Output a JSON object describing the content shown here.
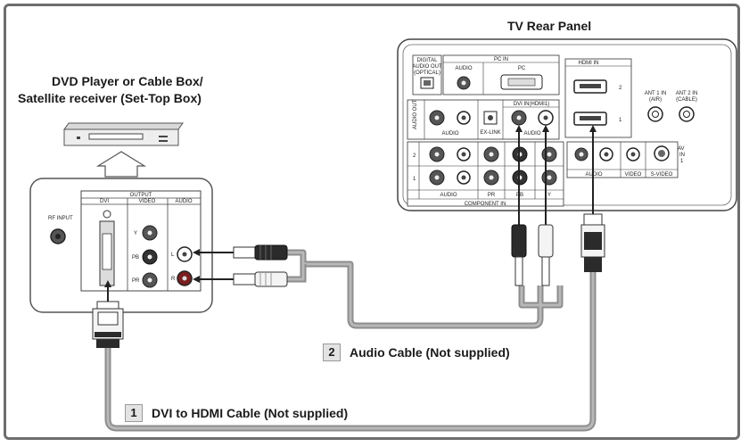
{
  "device": {
    "name_line1": "DVD Player or Cable Box/",
    "name_line2": "Satellite receiver (Set-Top Box)"
  },
  "tv_panel": {
    "title": "TV Rear Panel",
    "digital_audio_out": [
      "DIGITAL",
      "AUDIO OUT",
      "(OPTICAL)"
    ],
    "pc_in": "PC IN",
    "audio": "AUDIO",
    "pc": "PC",
    "audio_out": "AUDIO OUT",
    "ex_link": "EX-LINK",
    "dvi_in_hdmi1": "DVI IN(HDMI1)",
    "audio_l_r": "AUDIO",
    "hdmi_in": "HDMI IN",
    "hdmi_port_2": "2",
    "hdmi_port_1": "1",
    "ant1": [
      "ANT 1 IN",
      "(AIR)"
    ],
    "ant2": [
      "ANT 2 IN",
      "(CABLE)"
    ],
    "component_in": "COMPONENT IN",
    "row_2": "2",
    "row_1": "1",
    "video": "VIDEO",
    "s_video": "S-VIDEO",
    "av_in": [
      "AV",
      "IN",
      "1"
    ],
    "pr": "PR",
    "pb": "PB",
    "y": "Y"
  },
  "source_panel": {
    "output": "OUTPUT",
    "dvi": "DVI",
    "video": "VIDEO",
    "audio": "AUDIO",
    "rf_input": "RF INPUT",
    "y": "Y",
    "pb": "PB",
    "pr": "PR",
    "l": "L",
    "r": "R"
  },
  "cables": [
    {
      "number": "2",
      "label": "Audio Cable (Not supplied)"
    },
    {
      "number": "1",
      "label": "DVI to HDMI Cable (Not supplied)"
    }
  ],
  "colors": {
    "cable": "#8a8a8a",
    "frame": "#6d6d6d",
    "panel_fill": "#f4f4f4",
    "jack_dark": "#2b2b2b",
    "jack_red": "#7a1f1f"
  }
}
